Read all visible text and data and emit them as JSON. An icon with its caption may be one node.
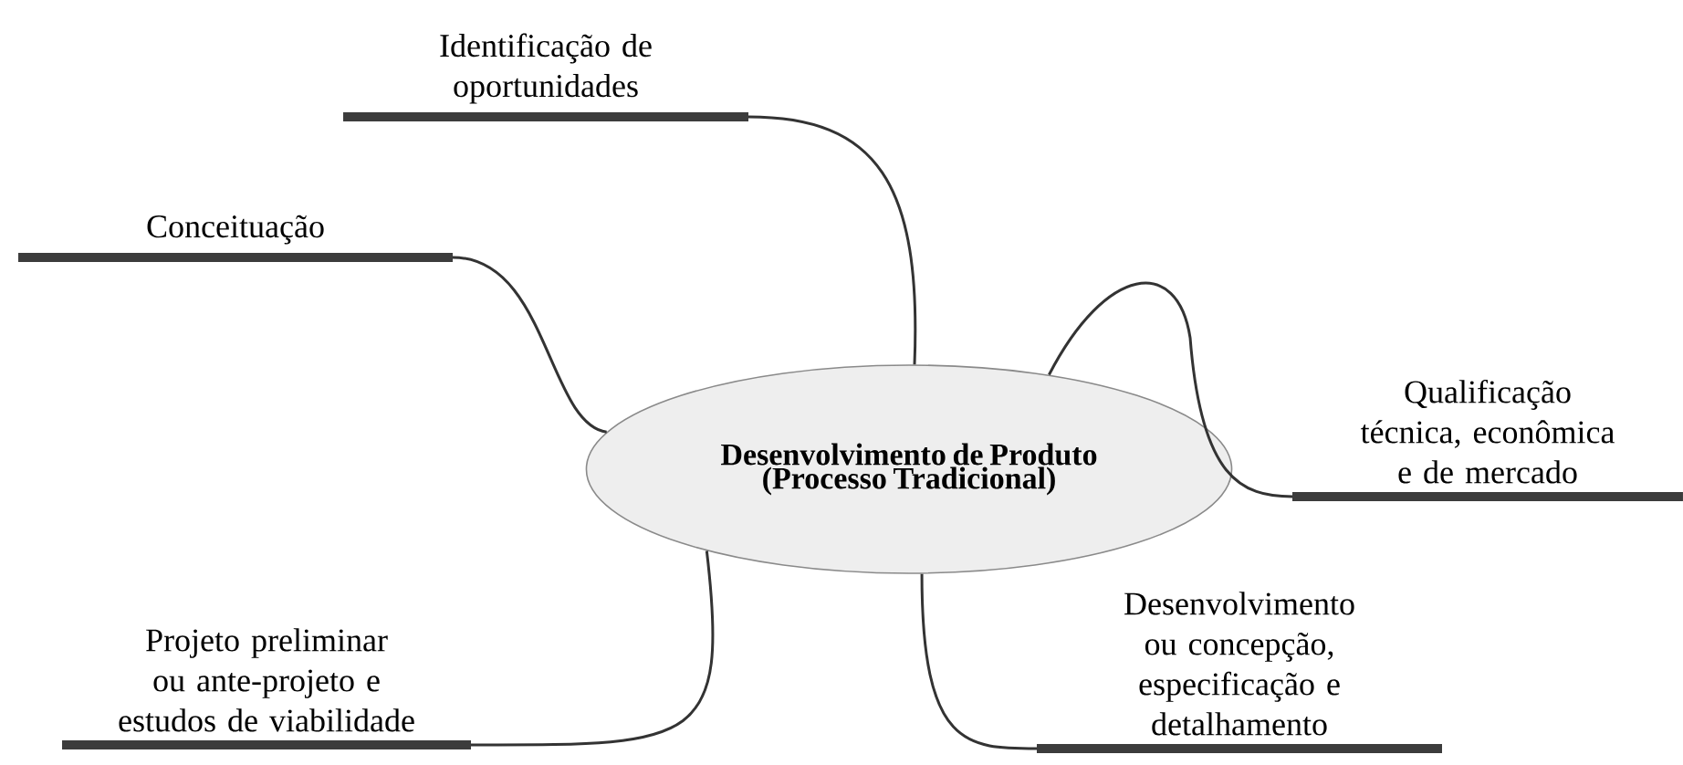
{
  "diagram": {
    "nodes": [
      {
        "text": [
          "Desenvolvimento de Produto (Processo Tradicional)"
        ]
      },
      {
        "text": [
          "Identificação de oportunidades"
        ]
      },
      {
        "text": [
          "Conceituação"
        ]
      },
      {
        "text": [
          "Qualificação técnica, econômica e de mercado"
        ]
      },
      {
        "text": [
          "Projeto preliminar ou ante-projeto e estudos de viabilidade"
        ]
      },
      {
        "text": [
          "Desenvolvimento ou concepção, especificação e detalhamento"
        ]
      }
    ],
    "edges": [
      {
        "from": 0,
        "to": 1,
        "arrow": "none"
      },
      {
        "from": 0,
        "to": 2,
        "arrow": "none"
      },
      {
        "from": 0,
        "to": 3,
        "arrow": "none"
      },
      {
        "from": 0,
        "to": 4,
        "arrow": "none"
      },
      {
        "from": 0,
        "to": 5,
        "arrow": "none"
      }
    ]
  }
}
